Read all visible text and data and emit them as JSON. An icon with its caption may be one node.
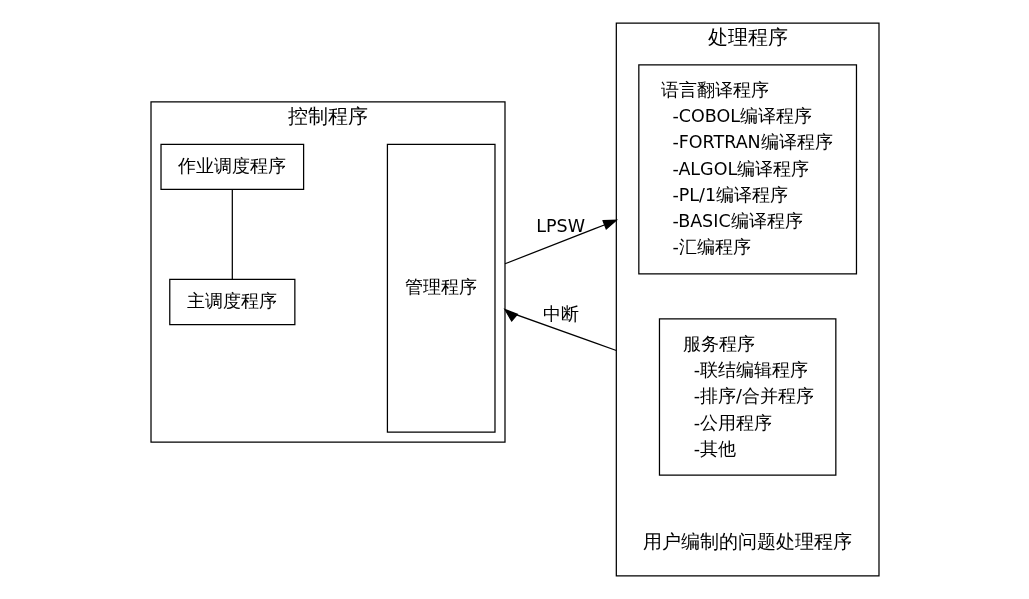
{
  "diagram": {
    "nodes": [
      {
        "text": [
          "控制程序"
        ]
      },
      {
        "text": [
          "主调度程序"
        ],
        "in": 0
      },
      {
        "text": [
          "管理程序"
        ],
        "in": 0
      },
      {
        "text": [
          "作业调度程序"
        ],
        "in": 0
      },
      {
        "text": [
          "处理程序"
        ]
      },
      {
        "text": [
          "语言翻译程序",
          "-COBOL编译程序",
          "-FORTRAN编译程序",
          "-ALGOL编译程序",
          "-PL/1编译程序",
          "-BASIC编译程序",
          "-汇编程序"
        ],
        "in": 4
      },
      {
        "text": [
          "服务程序",
          "-联结编辑程序",
          "-排序/合并程序",
          "-公用程序",
          "-其他"
        ],
        "in": 4
      }
    ],
    "edges": [
      {
        "from": 1,
        "to": 3,
        "arrow": "none"
      },
      {
        "from": 0,
        "to": 4,
        "arrow": "to",
        "label": "LPSW"
      },
      {
        "from": 4,
        "to": 0,
        "arrow": "to",
        "label": "中断"
      }
    ],
    "labels": [
      "用户编制的问题处理程序"
    ]
  }
}
